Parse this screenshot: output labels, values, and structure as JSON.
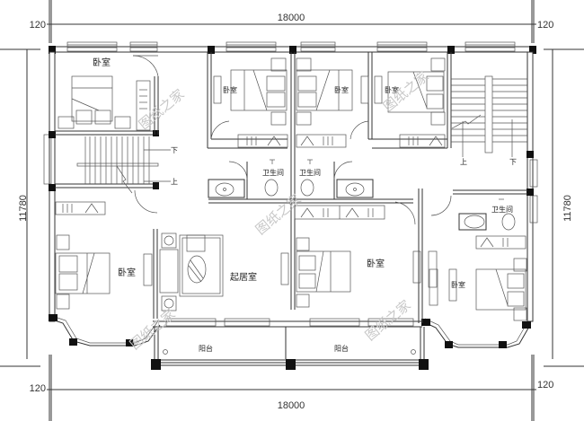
{
  "drawing": {
    "type": "floor-plan",
    "colors": {
      "line": "#333333",
      "column": "#111111",
      "watermark": "#c8c8c8",
      "background": "#ffffff"
    }
  },
  "dimensions": {
    "top_total": "18000",
    "top_left_offset": "120",
    "top_right_offset": "120",
    "bottom_total": "18000",
    "bottom_left_offset": "120",
    "bottom_right_offset": "120",
    "left_height": "11780",
    "right_height": "11780"
  },
  "rooms": {
    "bedroom_top_left": "卧室",
    "bedroom_top_mid1": "卧室",
    "bedroom_top_mid2": "卧室",
    "bedroom_top_right": "卧室",
    "bedroom_bottom_left": "卧室",
    "bedroom_bottom_mid": "卧室",
    "bedroom_bottom_right": "卧室",
    "living_room": "起居室",
    "bathroom_1": "卫生间",
    "bathroom_2": "卫生间",
    "bathroom_3": "卫生间",
    "balcony_left": "阳台",
    "balcony_right": "阳台"
  },
  "stairs": {
    "left_down": "下",
    "left_up": "上",
    "right_up": "上",
    "right_down": "下"
  },
  "watermark": {
    "text": "图纸之家"
  }
}
